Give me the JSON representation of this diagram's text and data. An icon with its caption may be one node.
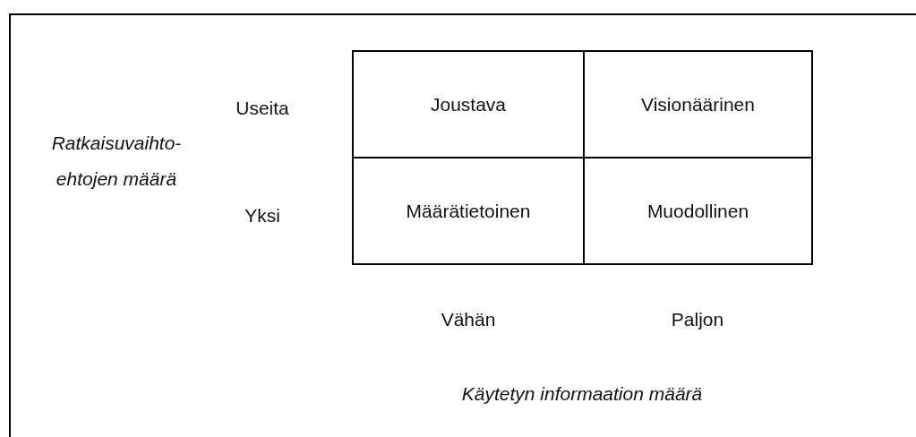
{
  "diagram": {
    "nodes": [
      {
        "text": [
          "Joustava"
        ]
      },
      {
        "text": [
          "Visionäärinen"
        ]
      },
      {
        "text": [
          "Määrätietoinen"
        ]
      },
      {
        "text": [
          "Muodollinen"
        ]
      }
    ],
    "edges": [],
    "labels": [
      "Useita",
      "Ratkaisuvaihto-ehtojen määrä",
      "Yksi",
      "Vähän",
      "Paljon",
      "Käytetyn informaation määrä"
    ]
  }
}
